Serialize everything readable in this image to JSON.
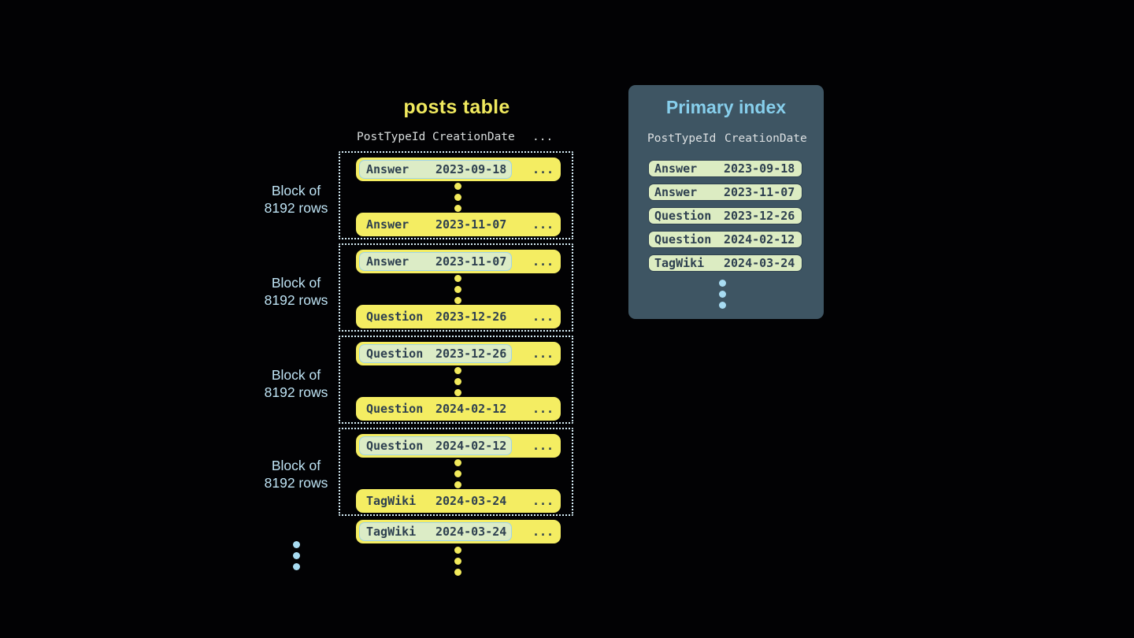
{
  "posts_table": {
    "title": "posts table",
    "headers": {
      "col1": "PostTypeId",
      "col2": "CreationDate",
      "col3": "..."
    },
    "block_label": {
      "line1": "Block of",
      "line2": "8192 rows"
    },
    "blocks": [
      {
        "first": {
          "type": "Answer",
          "date": "2023-09-18"
        },
        "last": {
          "type": "Answer",
          "date": "2023-11-07"
        }
      },
      {
        "first": {
          "type": "Answer",
          "date": "2023-11-07"
        },
        "last": {
          "type": "Question",
          "date": "2023-12-26"
        }
      },
      {
        "first": {
          "type": "Question",
          "date": "2023-12-26"
        },
        "last": {
          "type": "Question",
          "date": "2024-02-12"
        }
      },
      {
        "first": {
          "type": "Question",
          "date": "2024-02-12"
        },
        "last": {
          "type": "TagWiki",
          "date": "2024-03-24"
        }
      }
    ],
    "overflow_row": {
      "type": "TagWiki",
      "date": "2024-03-24"
    },
    "ellipsis": "..."
  },
  "primary_index": {
    "title": "Primary index",
    "headers": {
      "col1": "PostTypeId",
      "col2": "CreationDate"
    },
    "rows": [
      {
        "type": "Answer",
        "date": "2023-09-18"
      },
      {
        "type": "Answer",
        "date": "2023-11-07"
      },
      {
        "type": "Question",
        "date": "2023-12-26"
      },
      {
        "type": "Question",
        "date": "2024-02-12"
      },
      {
        "type": "TagWiki",
        "date": "2024-03-24"
      }
    ]
  },
  "colors": {
    "background": "#020204",
    "row_yellow": "#f4ed62",
    "row_text_dark": "#2e4050",
    "highlight_green": "#dcecc6",
    "highlight_border_blue": "#9fd4e6",
    "block_dotted_border": "#d6edf6",
    "panel_background": "#3e5563",
    "panel_title_blue": "#87cfec",
    "index_row_green": "#dcecc2",
    "label_light_blue": "#bfe4f5",
    "header_gray": "#d9dddd",
    "title_yellow": "#f0e95e",
    "dot_yellow": "#f2ea5c",
    "dot_blue": "#a8dcf2"
  }
}
